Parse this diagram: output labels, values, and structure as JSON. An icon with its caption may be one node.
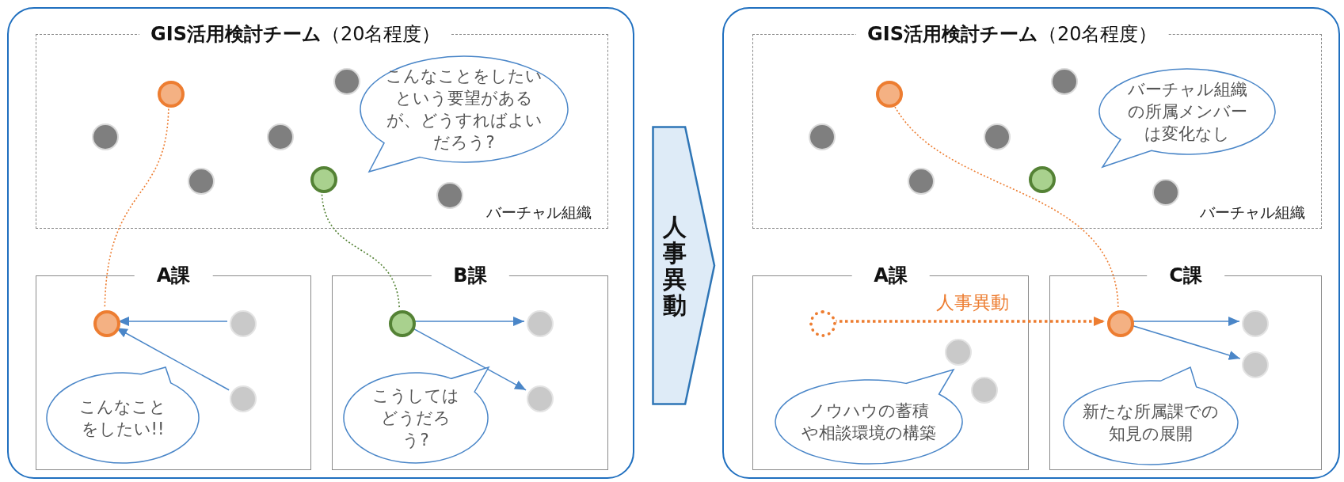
{
  "diagram": {
    "nodes": [
      {
        "text": [],
        "shape": "box"
      },
      {
        "text": [
          "**GIS活用検討チーム**（20名程度）",
          "バーチャル組織"
        ],
        "in": 0
      },
      {
        "text": [],
        "shape": "circle",
        "in": 1
      },
      {
        "text": [],
        "shape": "circle",
        "in": 1
      },
      {
        "text": [],
        "shape": "circle",
        "in": 1
      },
      {
        "text": [],
        "shape": "circle",
        "in": 1
      },
      {
        "text": [],
        "shape": "circle",
        "in": 1
      },
      {
        "text": [],
        "shape": "circle",
        "in": 1
      },
      {
        "text": [],
        "shape": "circle",
        "in": 1
      },
      {
        "text": [
          "こんなことをしたいという要望があるが、どうすればよいだろう?"
        ],
        "in": 1
      },
      {
        "text": [
          "A課"
        ],
        "in": 0
      },
      {
        "text": [],
        "shape": "circle",
        "in": 10
      },
      {
        "text": [],
        "shape": "circle",
        "in": 10
      },
      {
        "text": [],
        "shape": "circle",
        "in": 10
      },
      {
        "text": [
          "こんなことをしたい!!"
        ],
        "in": 10
      },
      {
        "text": [
          "B課"
        ],
        "in": 0
      },
      {
        "text": [],
        "shape": "circle",
        "in": 15
      },
      {
        "text": [],
        "shape": "circle",
        "in": 15
      },
      {
        "text": [],
        "shape": "circle",
        "in": 15
      },
      {
        "text": [
          "こうしてはどうだろう?"
        ],
        "in": 15
      },
      {
        "text": [
          "人事異動"
        ]
      },
      {
        "text": [],
        "shape": "box"
      },
      {
        "text": [
          "**GIS活用検討チーム**（20名程度）",
          "バーチャル組織"
        ],
        "in": 21
      },
      {
        "text": [],
        "shape": "circle",
        "in": 22
      },
      {
        "text": [],
        "shape": "circle",
        "in": 22
      },
      {
        "text": [],
        "shape": "circle",
        "in": 22
      },
      {
        "text": [],
        "shape": "circle",
        "in": 22
      },
      {
        "text": [],
        "shape": "circle",
        "in": 22
      },
      {
        "text": [],
        "shape": "circle",
        "in": 22
      },
      {
        "text": [],
        "shape": "circle",
        "in": 22
      },
      {
        "text": [
          "バーチャル組織の所属メンバーは変化なし"
        ],
        "in": 22
      },
      {
        "text": [
          "A課"
        ],
        "in": 21
      },
      {
        "text": [],
        "shape": "circle",
        "in": 31
      },
      {
        "text": [],
        "shape": "circle",
        "in": 31
      },
      {
        "text": [],
        "shape": "circle",
        "in": 31
      },
      {
        "text": [
          "ノウハウの蓄積や相談環境の構築"
        ],
        "in": 31
      },
      {
        "text": [
          "C課"
        ],
        "in": 21
      },
      {
        "text": [],
        "shape": "circle",
        "in": 36
      },
      {
        "text": [],
        "shape": "circle",
        "in": 36
      },
      {
        "text": [],
        "shape": "circle",
        "in": 36
      },
      {
        "text": [
          "新たな所属課での知見の展開"
        ],
        "in": 36
      }
    ],
    "edges": [
      {
        "from": 2,
        "to": 11,
        "arrow": "none",
        "style": "dashed",
        "color": "#ed7d31"
      },
      {
        "from": 7,
        "to": 16,
        "arrow": "none",
        "style": "dashed",
        "color": "#548235"
      },
      {
        "from": 12,
        "to": 11,
        "arrow": "to"
      },
      {
        "from": 13,
        "to": 11,
        "arrow": "to"
      },
      {
        "from": 16,
        "to": 17,
        "arrow": "to"
      },
      {
        "from": 16,
        "to": 18,
        "arrow": "to"
      },
      {
        "from": 23,
        "to": 37,
        "arrow": "none",
        "style": "dashed",
        "color": "#ed7d31"
      },
      {
        "from": 32,
        "to": 37,
        "arrow": "to",
        "label": "人事異動",
        "style": "dashed",
        "color": "#ed7d31"
      },
      {
        "from": 37,
        "to": 38,
        "arrow": "to"
      },
      {
        "from": 37,
        "to": 39,
        "arrow": "to"
      }
    ]
  }
}
